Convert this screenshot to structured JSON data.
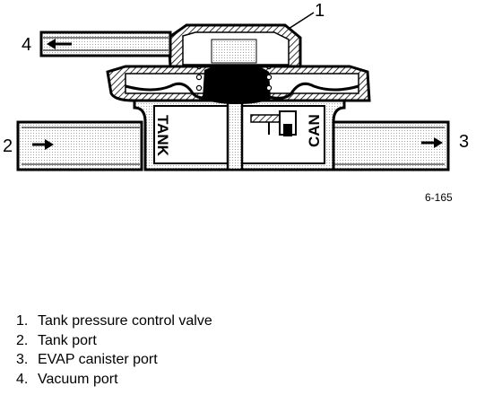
{
  "callouts": {
    "c1": "1",
    "c2": "2",
    "c3": "3",
    "c4": "4"
  },
  "body_labels": {
    "tank": "TANK",
    "can": "CAN"
  },
  "figure_number": "6-165",
  "legend": [
    {
      "num": "1.",
      "text": "Tank pressure control valve"
    },
    {
      "num": "2.",
      "text": "Tank port"
    },
    {
      "num": "3.",
      "text": "EVAP canister port"
    },
    {
      "num": "4.",
      "text": "Vacuum port"
    }
  ]
}
